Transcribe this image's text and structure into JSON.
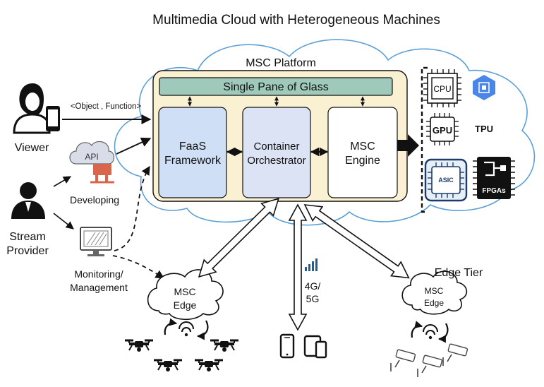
{
  "title": "Multimedia Cloud with Heterogeneous Machines",
  "platform": {
    "label": "MSC Platform",
    "single_pane": "Single Pane of Glass",
    "faas": [
      "FaaS",
      "Framework"
    ],
    "orchestrator": [
      "Container",
      "Orchestrator"
    ],
    "engine": [
      "MSC",
      "Engine"
    ]
  },
  "hardware": {
    "cpu": "CPU",
    "gpu": "GPU",
    "tpu": "TPU",
    "asic": "ASIC",
    "fpga": "FPGAs"
  },
  "actors": {
    "viewer": "Viewer",
    "api_call": "<Object , Function>",
    "api": "API",
    "developing": "Developing",
    "stream_provider": [
      "Stream",
      "Provider"
    ],
    "monitoring": [
      "Monitoring/",
      "Management"
    ]
  },
  "edge": {
    "left_cloud": [
      "MSC",
      "Edge"
    ],
    "right_cloud": [
      "MSC",
      "Edge"
    ],
    "tier_label": "Edge Tier",
    "network": [
      "4G/",
      "5G"
    ]
  },
  "colors": {
    "platform_fill": "#faf0d2",
    "pane_fill": "#9fc9bb",
    "faas_fill": "#cfe0f6",
    "orchestrator_fill": "#dce3f4",
    "cloud_stroke": "#5aa0d8",
    "tpu_blue": "#4a86e8"
  }
}
